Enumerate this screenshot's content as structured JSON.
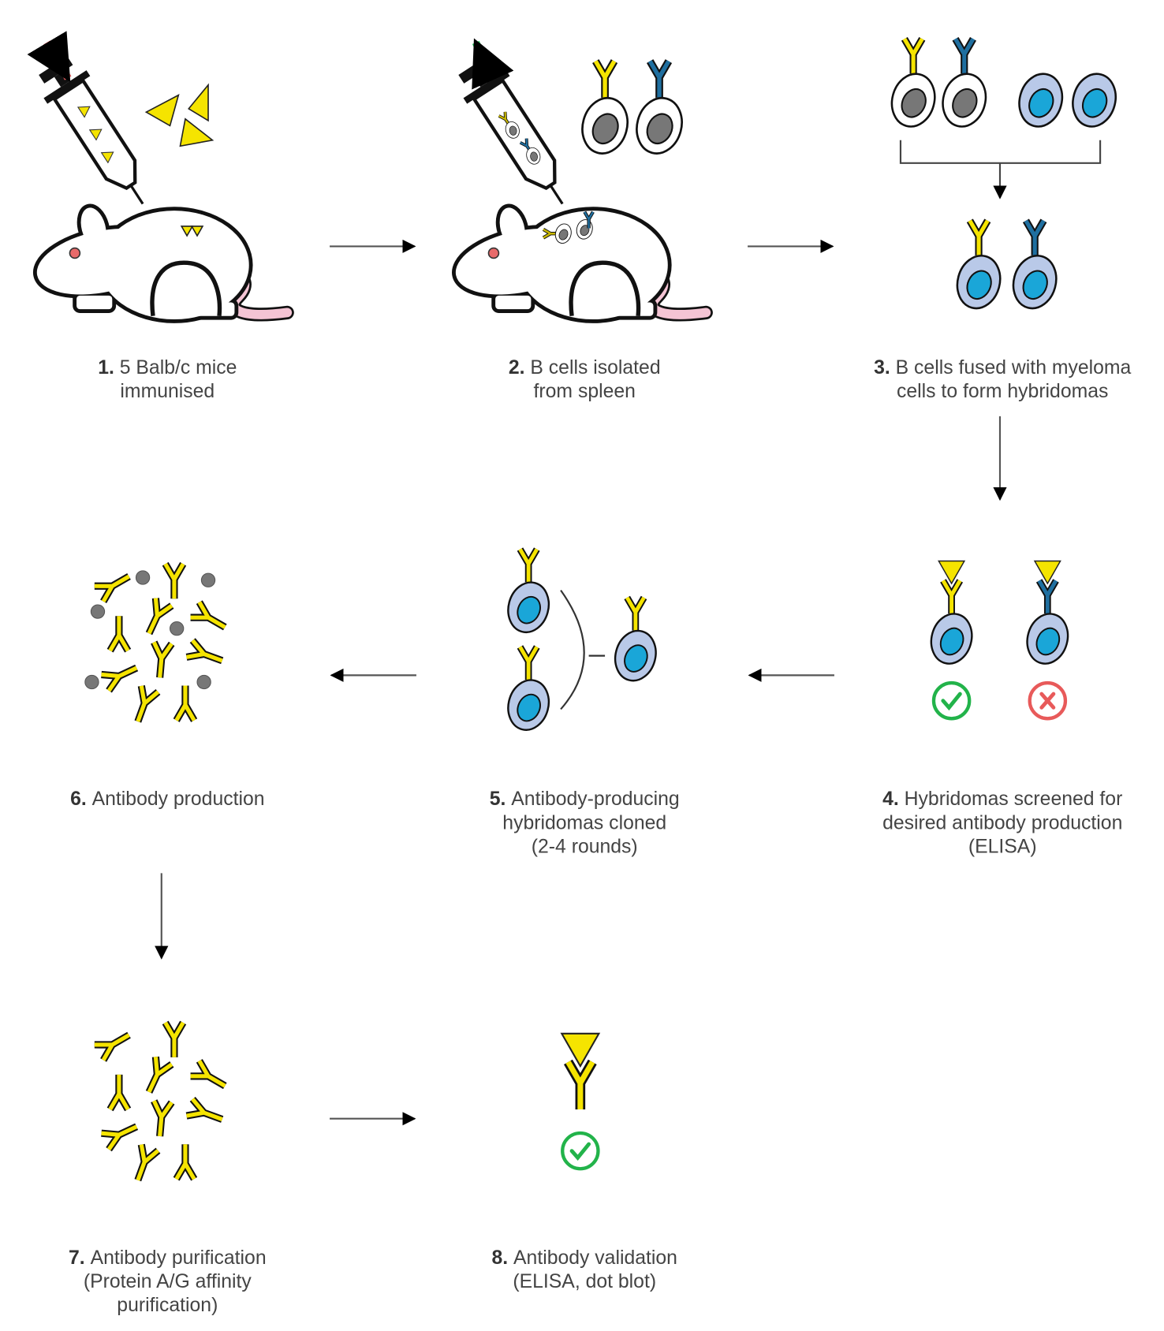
{
  "steps": [
    {
      "number": "1.",
      "lines": [
        "5 Balb/c mice",
        "immunised"
      ]
    },
    {
      "number": "2.",
      "lines": [
        "B cells isolated",
        "from spleen"
      ]
    },
    {
      "number": "3.",
      "lines": [
        "B cells fused with myeloma",
        "cells to form hybridomas"
      ]
    },
    {
      "number": "4.",
      "lines": [
        "Hybridomas screened for",
        "desired antibody production",
        "(ELISA)"
      ]
    },
    {
      "number": "5.",
      "lines": [
        "Antibody-producing",
        "hybridomas cloned",
        "(2-4 rounds)"
      ]
    },
    {
      "number": "6.",
      "lines": [
        "Antibody production"
      ]
    },
    {
      "number": "7.",
      "lines": [
        "Antibody purification",
        "(Protein A/G affinity",
        "purification)"
      ]
    },
    {
      "number": "8.",
      "lines": [
        "Antibody validation",
        "(ELISA, dot blot)"
      ]
    }
  ],
  "icons": {
    "mouse": "mouse-icon",
    "syringe": "syringe-icon",
    "antibody": "antibody-icon",
    "antigen": "antigen-triangle-icon",
    "b_cell": "b-cell-icon",
    "myeloma_cell": "myeloma-cell-icon",
    "hybridoma": "hybridoma-icon",
    "accept": "check-circle-icon",
    "reject": "x-circle-icon"
  },
  "colors": {
    "antibody_yellow": "#f5e400",
    "antibody_blue": "#1f6fa0",
    "myeloma_fill": "#b9c9e8",
    "myeloma_nucleus": "#1aa6d8",
    "bcell_nucleus": "#777777",
    "check_green": "#22b34a",
    "reject_red": "#e85a5a",
    "inject_arrow": "#f06060",
    "extract_arrow": "#22c05a",
    "tail_pink": "#f4c4d4",
    "mouse_eye": "#e86a6a",
    "text": "#444444"
  }
}
